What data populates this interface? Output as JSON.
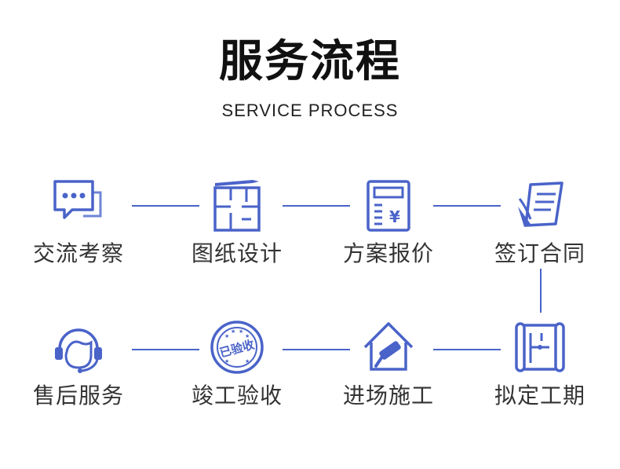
{
  "header": {
    "title": "服务流程",
    "subtitle": "SERVICE PROCESS"
  },
  "accent_color": "#4a63c9",
  "steps": [
    {
      "label": "交流考察",
      "icon": "chat-bubbles-icon"
    },
    {
      "label": "图纸设计",
      "icon": "floor-plan-icon"
    },
    {
      "label": "方案报价",
      "icon": "quote-calculator-icon"
    },
    {
      "label": "签订合同",
      "icon": "contract-sign-icon"
    },
    {
      "label": "拟定工期",
      "icon": "blueprint-scroll-icon"
    },
    {
      "label": "进场施工",
      "icon": "house-paint-roller-icon"
    },
    {
      "label": "竣工验收",
      "icon": "acceptance-seal-icon"
    },
    {
      "label": "售后服务",
      "icon": "customer-service-headset-icon"
    }
  ],
  "seal_text": "已验收"
}
